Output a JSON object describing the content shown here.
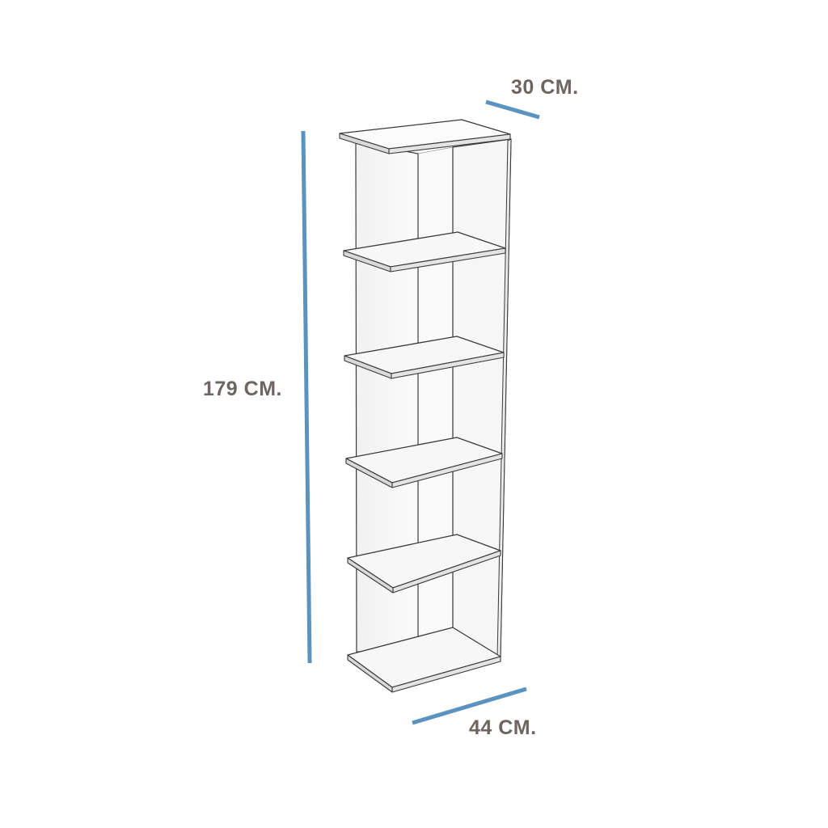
{
  "dimensions": {
    "depth_label": "30 CM.",
    "height_label": "179 CM.",
    "width_label": "44 CM."
  },
  "colors": {
    "dimension_line": "#5b93c0",
    "label_text": "#6e6460",
    "panel_fill": "#f5f5f5",
    "edge_stroke": "#3a3a3a"
  },
  "icons": {
    "product": "bookshelf-illustration"
  }
}
